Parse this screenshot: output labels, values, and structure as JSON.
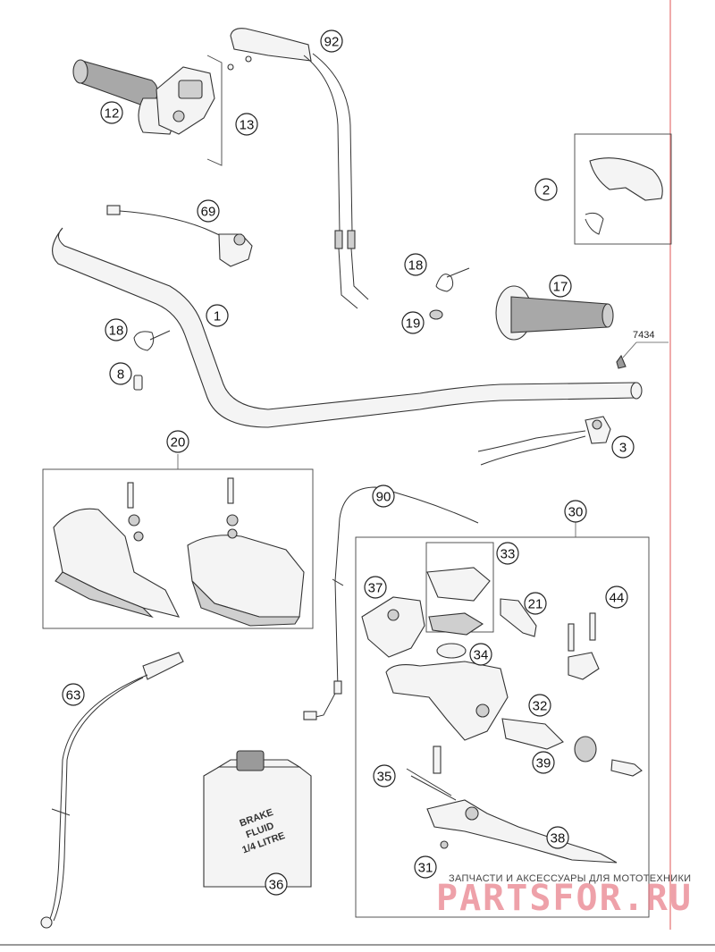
{
  "diagram": {
    "labels": [
      "1",
      "2",
      "3",
      "8",
      "12",
      "13",
      "17",
      "18",
      "18",
      "19",
      "20",
      "21",
      "30",
      "31",
      "32",
      "33",
      "34",
      "35",
      "36",
      "37",
      "38",
      "39",
      "44",
      "63",
      "69",
      "90",
      "92"
    ],
    "part_number_note": "7434",
    "bottle_text": [
      "BRAKE",
      "FLUID",
      "1/4 LITRE"
    ],
    "watermark": {
      "caption": "ЗАПЧАСТИ И АКСЕССУАРЫ ДЛЯ МОТОТЕХНИКИ",
      "logo": "PARTSFOR.RU"
    },
    "colors": {
      "margin_line": "#e57373",
      "watermark_logo": "#e87a86",
      "line_art": "#333333"
    }
  }
}
